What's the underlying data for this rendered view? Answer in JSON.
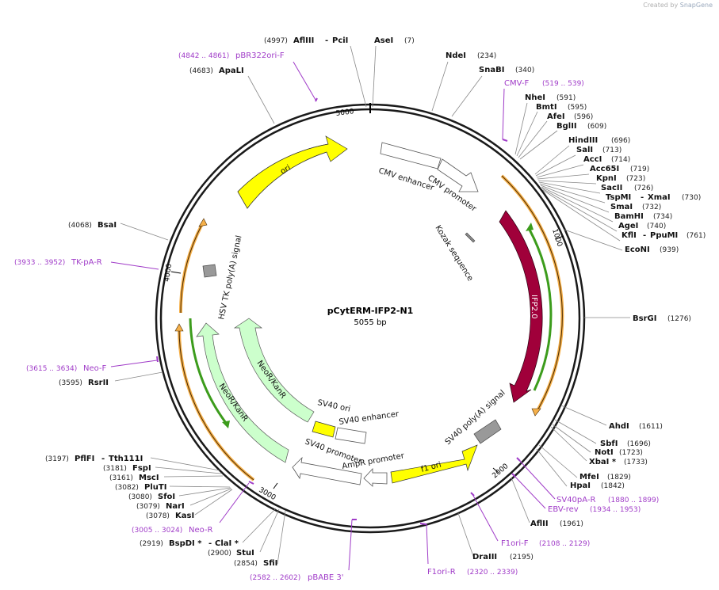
{
  "watermark": {
    "prefix": "Created by",
    "brand": "SnapGene"
  },
  "plasmid": {
    "name": "pCytERM-IFP2-N1",
    "size": "5055 bp"
  },
  "ticks": [
    "1000",
    "2000",
    "3000",
    "4000",
    "5000"
  ],
  "features": [
    {
      "label": "ori"
    },
    {
      "label": "CMV enhancer"
    },
    {
      "label": "CMV promoter"
    },
    {
      "label": "Kozak sequence"
    },
    {
      "label": "IFP2.0"
    },
    {
      "label": "SV40 poly(A) signal"
    },
    {
      "label": "f1 ori"
    },
    {
      "label": "AmpR promoter"
    },
    {
      "label": "SV40 promoter"
    },
    {
      "label": "SV40 ori"
    },
    {
      "label": "SV40 enhancer"
    },
    {
      "label": "NeoR/KanR"
    },
    {
      "label": "NeoR/KanR"
    },
    {
      "label": "HSV TK poly(A) signal"
    }
  ],
  "sites": [
    {
      "pos": "(4997)",
      "name": "AflIII",
      "name2": "PciI"
    },
    {
      "name": "AseI",
      "pos": "(7)"
    },
    {
      "name": "NdeI",
      "pos": "(234)"
    },
    {
      "name": "SnaBI",
      "pos": "(340)"
    },
    {
      "name": "NheI",
      "pos": "(591)"
    },
    {
      "name": "BmtI",
      "pos": "(595)"
    },
    {
      "name": "AfeI",
      "pos": "(596)"
    },
    {
      "name": "BglII",
      "pos": "(609)"
    },
    {
      "name": "HindIII",
      "pos": "(696)"
    },
    {
      "name": "SalI",
      "pos": "(713)"
    },
    {
      "name": "AccI",
      "pos": "(714)"
    },
    {
      "name": "Acc65I",
      "pos": "(719)"
    },
    {
      "name": "KpnI",
      "pos": "(723)"
    },
    {
      "name": "SacII",
      "pos": "(726)"
    },
    {
      "name": "TspMI",
      "name2": "XmaI",
      "pos": "(730)"
    },
    {
      "name": "SmaI",
      "pos": "(732)"
    },
    {
      "name": "BamHI",
      "pos": "(734)"
    },
    {
      "name": "AgeI",
      "pos": "(740)"
    },
    {
      "name": "KflI",
      "name2": "PpuMI",
      "pos": "(761)"
    },
    {
      "name": "EcoNI",
      "pos": "(939)"
    },
    {
      "name": "BsrGI",
      "pos": "(1276)"
    },
    {
      "name": "AhdI",
      "pos": "(1611)"
    },
    {
      "name": "SbfI",
      "pos": "(1696)"
    },
    {
      "name": "NotI",
      "pos": "(1723)"
    },
    {
      "name": "XbaI *",
      "pos": "(1733)"
    },
    {
      "name": "MfeI",
      "pos": "(1829)"
    },
    {
      "name": "HpaI",
      "pos": "(1842)"
    },
    {
      "name": "AflII",
      "pos": "(1961)"
    },
    {
      "name": "DraIII",
      "pos": "(2195)"
    },
    {
      "name": "SfiI",
      "pos": "(2854)"
    },
    {
      "name": "StuI",
      "pos": "(2900)"
    },
    {
      "name": "BspDI *",
      "name2": "ClaI *",
      "pos": "(2919)"
    },
    {
      "name": "KasI",
      "pos": "(3078)"
    },
    {
      "name": "NarI",
      "pos": "(3079)"
    },
    {
      "name": "SfoI",
      "pos": "(3080)"
    },
    {
      "name": "PluTI",
      "pos": "(3082)"
    },
    {
      "name": "MscI",
      "pos": "(3161)"
    },
    {
      "name": "FspI",
      "pos": "(3181)"
    },
    {
      "name": "PflFI",
      "name2": "Tth111I",
      "pos": "(3197)"
    },
    {
      "name": "RsrII",
      "pos": "(3595)"
    },
    {
      "name": "BsaI",
      "pos": "(4068)"
    },
    {
      "name": "ApaLI",
      "pos": "(4683)"
    }
  ],
  "primers": [
    {
      "name": "pBR322ori-F",
      "range": "(4842 .. 4861)"
    },
    {
      "name": "CMV-F",
      "range": "(519 .. 539)"
    },
    {
      "name": "SV40pA-R",
      "range": "(1880 .. 1899)"
    },
    {
      "name": "EBV-rev",
      "range": "(1934 .. 1953)"
    },
    {
      "name": "F1ori-F",
      "range": "(2108 .. 2129)"
    },
    {
      "name": "F1ori-R",
      "range": "(2320 .. 2339)"
    },
    {
      "name": "pBABE 3'",
      "range": "(2582 .. 2602)"
    },
    {
      "name": "Neo-R",
      "range": "(3005 .. 3024)"
    },
    {
      "name": "Neo-F",
      "range": "(3615 .. 3634)"
    },
    {
      "name": "TK-pA-R",
      "range": "(3933 .. 3952)"
    }
  ],
  "colors": {
    "backbone": "#1a1a1a",
    "ori": "#ffff00",
    "promoter": "#ffffff",
    "cds_ifp": "#a0003a",
    "cds_neo": "#ccffcc",
    "polyA": "#999999",
    "orange_arc": "#f5b04a",
    "green_arc": "#3c9c1c",
    "primer": "#a03cc8",
    "leader": "#888888"
  }
}
